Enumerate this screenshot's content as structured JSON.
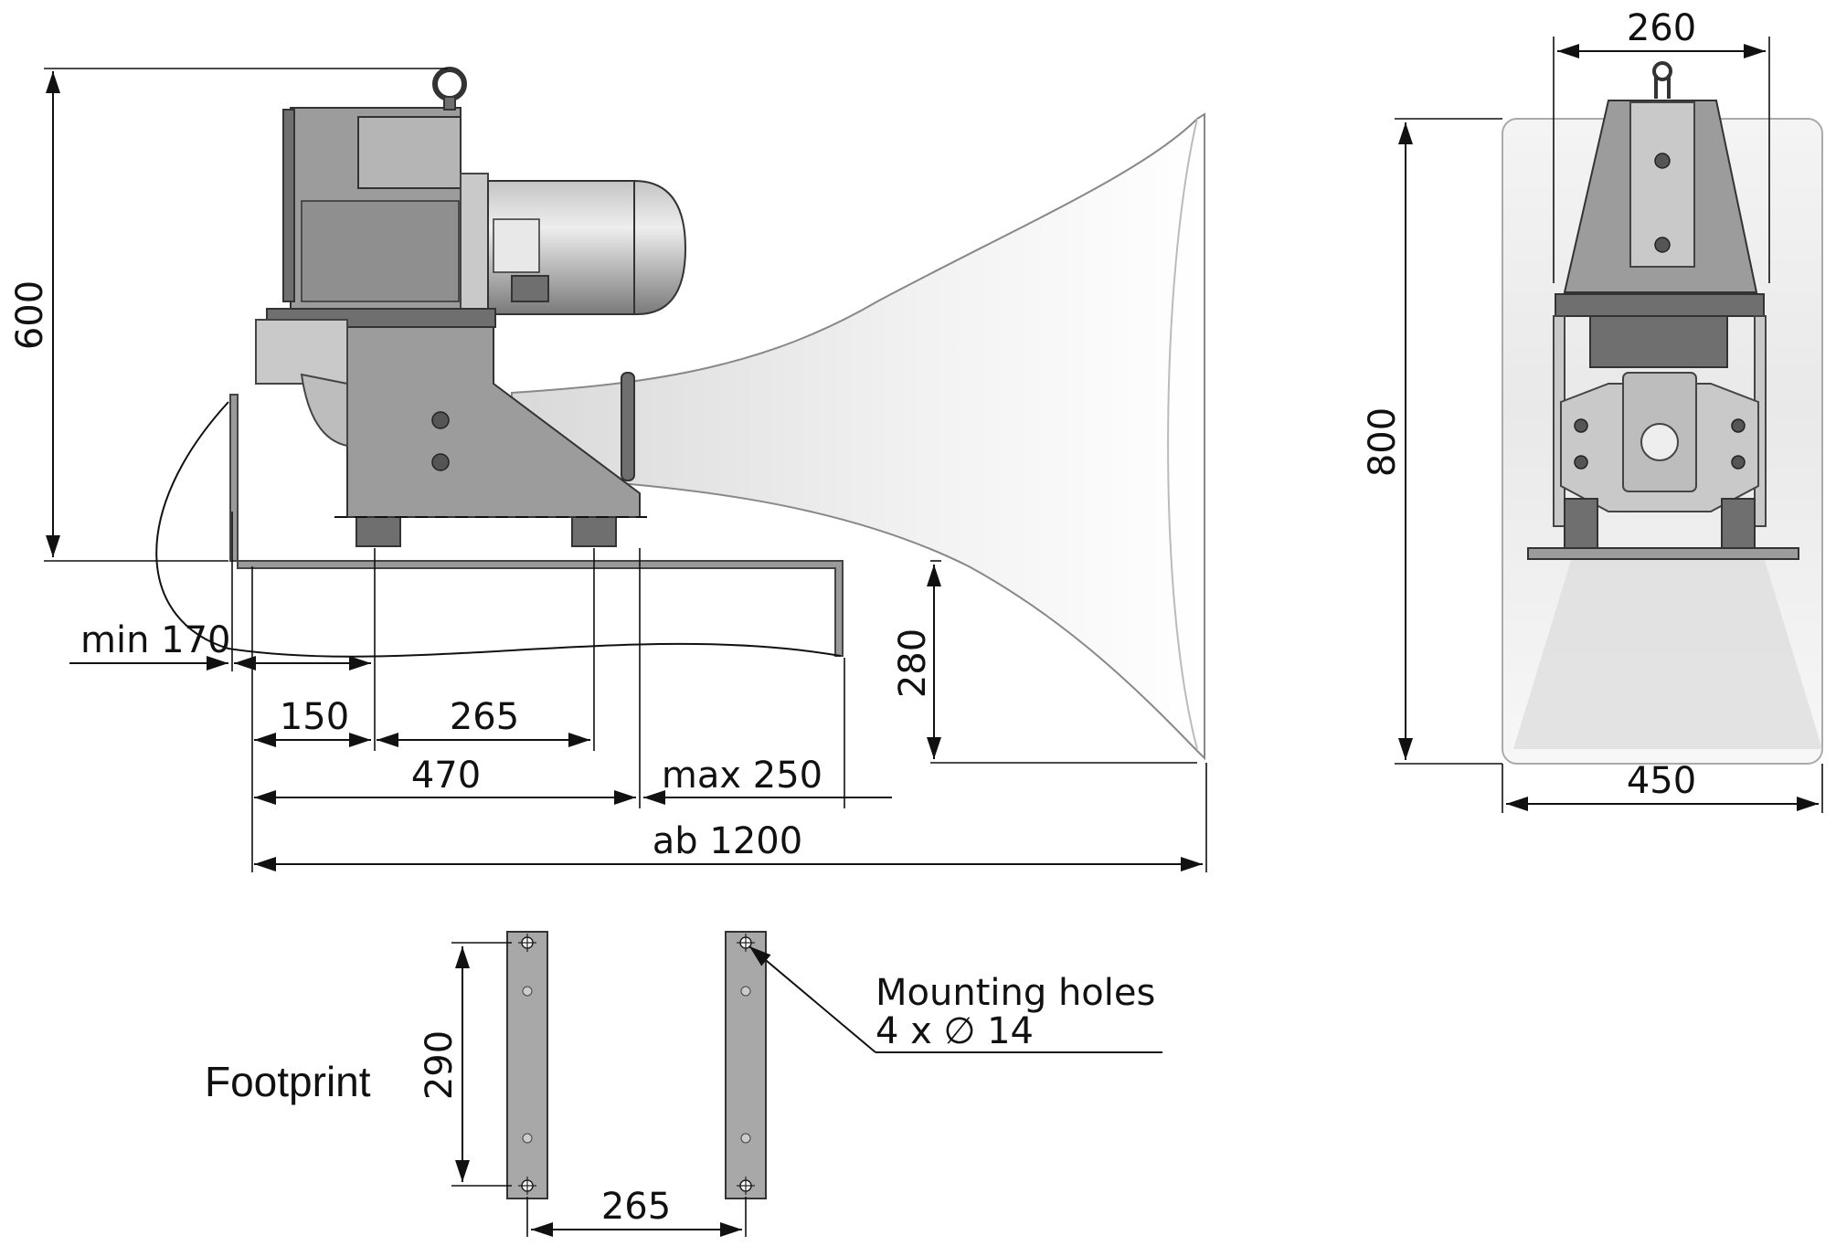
{
  "side_view": {
    "height_600": "600",
    "min_170": "min 170",
    "dim_150": "150",
    "dim_265": "265",
    "dim_280": "280",
    "dim_470": "470",
    "max_250": "max 250",
    "ab_1200": "ab 1200"
  },
  "front_view": {
    "width_260": "260",
    "height_800": "800",
    "width_450": "450"
  },
  "footprint": {
    "title": "Footprint",
    "dim_290": "290",
    "dim_265": "265",
    "holes_line1": "Mounting holes",
    "holes_line2": "4 x ∅ 14"
  }
}
